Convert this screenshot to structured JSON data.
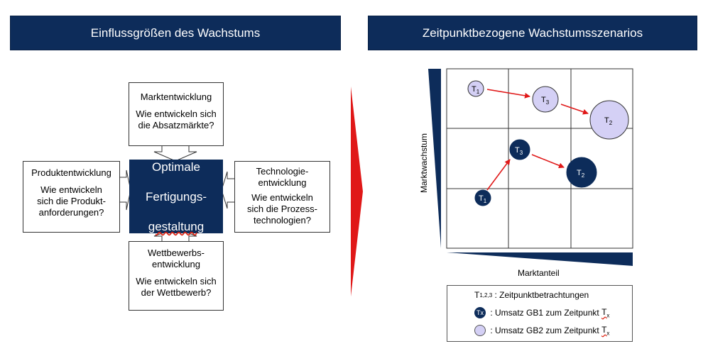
{
  "headers": {
    "left": "Einflussgrößen des Wachstums",
    "right": "Zeitpunktbezogene Wachstumsszenarios"
  },
  "center": {
    "line1": "Optimale",
    "line2": "Fertigungs-",
    "line3": "gestaltung"
  },
  "boxes": {
    "top": {
      "title": "Marktentwicklung",
      "question": "Wie entwickeln sich\ndie Absatzmärkte?"
    },
    "left": {
      "title": "Produktentwicklung",
      "question": "Wie entwickeln\nsich die Produkt-\nanforderungen?"
    },
    "right": {
      "title": "Technologie-\nentwicklung",
      "question": "Wie entwickeln\nsich die Prozess-\ntechnologien?"
    },
    "bottom": {
      "title": "Wettbewerbs-\nentwicklung",
      "question": "Wie entwickeln sich\nder Wettbewerb?"
    }
  },
  "matrix": {
    "y_label": "Marktwachstum",
    "x_label": "Marktanteil",
    "circles": [
      {
        "label": "T",
        "sub": "1",
        "group": "GB2"
      },
      {
        "label": "T",
        "sub": "3",
        "group": "GB2"
      },
      {
        "label": "T",
        "sub": "2",
        "group": "GB2"
      },
      {
        "label": "T",
        "sub": "3",
        "group": "GB1"
      },
      {
        "label": "T",
        "sub": "2",
        "group": "GB1"
      },
      {
        "label": "T",
        "sub": "1",
        "group": "GB1"
      }
    ]
  },
  "legend": {
    "line1_main": "T",
    "line1_sub": "1,2,3",
    "line1_text": " : Zeitpunktbetrachtungen",
    "line2_icon": "Tx",
    "line2_text": " : Umsatz GB1 zum Zeitpunkt ",
    "line3_text": " : Umsatz GB2 zum Zeitpunkt ",
    "tx_main": "T",
    "tx_sub": "x"
  },
  "colors": {
    "navy": "#0d2c5a",
    "lavender": "#d4d0f5",
    "arrow_red": "#e01818"
  }
}
